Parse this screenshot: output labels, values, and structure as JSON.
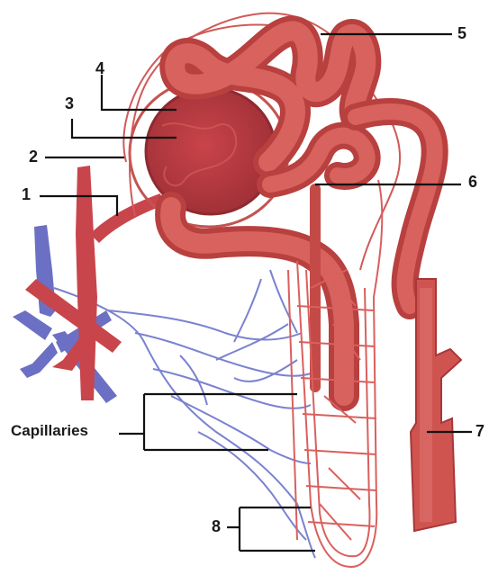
{
  "labels": {
    "l1": "1",
    "l2": "2",
    "l3": "3",
    "l4": "4",
    "l5": "5",
    "l6": "6",
    "l7": "7",
    "l8": "8",
    "capillaries": "Capillaries"
  },
  "colors": {
    "tubule": "#cf5450",
    "tubule_dark": "#a8373a",
    "artery": "#c8454b",
    "vein": "#6b70c4",
    "vein_capillary": "#7a82d0",
    "red_capillary": "#d9605e",
    "leader": "#111111"
  }
}
